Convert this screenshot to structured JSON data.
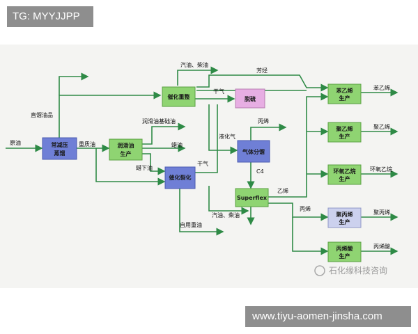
{
  "badges": {
    "top_left": "TG: MYYJJPP",
    "bottom_right": "www.tiyu-aomen-jinsha.com"
  },
  "watermark": "石化缘科技咨询",
  "colors": {
    "blue_box": "#6f7fd6",
    "green_box": "#8fd472",
    "pink_box": "#e7aee3",
    "line": "#2e8a46",
    "background": "#f4f4f2"
  },
  "boxes": {
    "distill_1": "常减压",
    "distill_2": "蒸馏",
    "lube_1": "润滑油",
    "lube_2": "生产",
    "reform": "催化重整",
    "desulf": "脱硫",
    "fcc": "催化裂化",
    "gas_sep": "气体分馏",
    "superflex": "Superflex",
    "styrene_1": "苯乙烯",
    "styrene_2": "生产",
    "ps_1": "聚乙烯",
    "ps_2": "生产",
    "eo_1": "环氧乙烷",
    "eo_2": "生产",
    "pp_1": "聚丙烯",
    "pp_2": "生产",
    "aa_1": "丙烯酸",
    "aa_2": "生产"
  },
  "labels": {
    "crude": "原油",
    "straight_run": "直馏油品",
    "heavy_oil": "重质油",
    "gas_diesel_top": "汽油、柴油",
    "aromatics": "芳烃",
    "dry_gas_top": "干气",
    "lube_base": "润滑油基础油",
    "wax": "蜡油",
    "wax_bottom": "蜡下油",
    "dry_gas_mid": "干气",
    "lpg": "液化气",
    "propylene_top": "丙烯",
    "c4": "C4",
    "ethylene": "乙烯",
    "propylene_mid": "丙烯",
    "gas_diesel_bottom": "汽油、柴油",
    "self_heavy": "自用重油",
    "out_styrene": "苯乙烯",
    "out_pe": "聚乙烯",
    "out_eo": "环氧乙烷",
    "out_pp": "聚丙烯",
    "out_aa": "丙烯酸"
  }
}
